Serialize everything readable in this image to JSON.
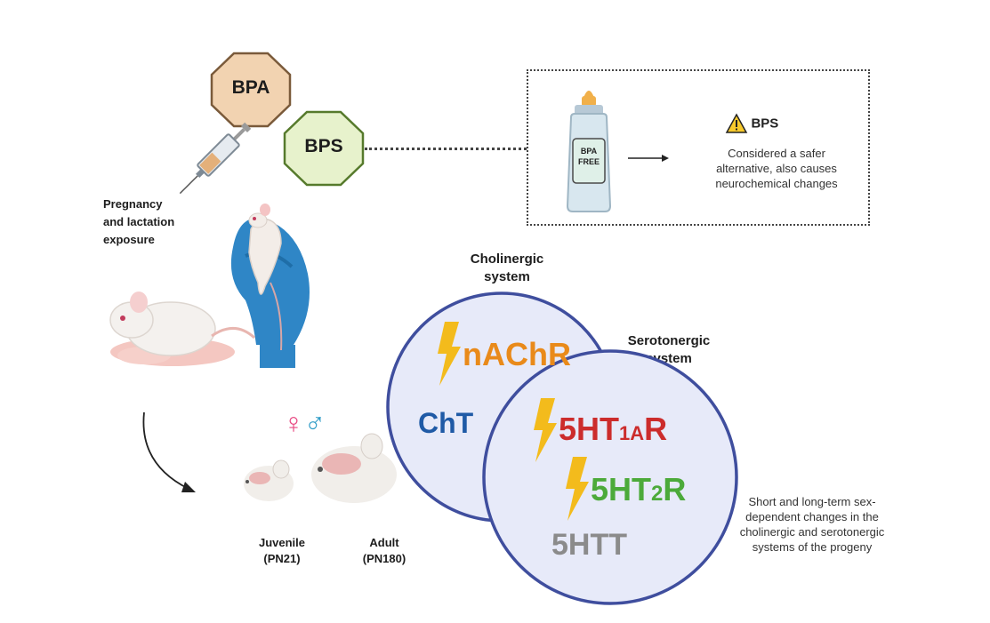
{
  "compounds": {
    "bpa": "BPA",
    "bps": "BPS"
  },
  "exposure_label_lines": [
    "Pregnancy",
    "and lactation",
    "exposure"
  ],
  "bps_box": {
    "bottle_text_lines": [
      "BPA",
      "FREE"
    ],
    "warning_title": "BPS",
    "description_lines": [
      "Considered a safer",
      "alternative, also causes",
      "neurochemical changes"
    ]
  },
  "sex_symbols": {
    "female": "♀",
    "male": "♂"
  },
  "ages": [
    {
      "label": "Juvenile",
      "sub": "(PN21)"
    },
    {
      "label": "Adult",
      "sub": "(PN180)"
    }
  ],
  "systems": {
    "cholinergic": {
      "title_lines": [
        "Cholinergic",
        "system"
      ],
      "receptors": [
        "nAChR",
        "ChT"
      ]
    },
    "serotonergic": {
      "title_lines": [
        "Serotonergic",
        "system"
      ]
    }
  },
  "serotonin_receptors": {
    "r1a": {
      "main": "5HT",
      "sub": "1A",
      "tail": "R"
    },
    "r2": {
      "main": "5HT",
      "sub": "2",
      "tail": "R"
    },
    "htt": "5HTT"
  },
  "conclusion_lines": [
    "Short and long-term sex-",
    "dependent changes in the",
    "cholinergic and serotonergic",
    "systems of the progeny"
  ],
  "colors": {
    "bpa_fill": "#f2d3b1",
    "bps_fill": "#e7f2cc",
    "circle_fill": "#e7eaf9",
    "circle_stroke": "#3f4e9e",
    "lightning": "#f3bb1c",
    "nachr": "#e98a1a",
    "cht": "#1f5aa6",
    "r1a": "#cc2c2c",
    "r2": "#4caa3a",
    "htt": "#8b8b8b",
    "glove": "#2f86c6",
    "female": "#e84a83",
    "male": "#2f9cc7"
  },
  "icons": [
    "syringe-icon",
    "hand-glove-icon",
    "mouse-icon",
    "rat-head-icon",
    "baby-bottle-icon",
    "warning-icon",
    "lightning-icon",
    "curved-arrow-icon"
  ]
}
